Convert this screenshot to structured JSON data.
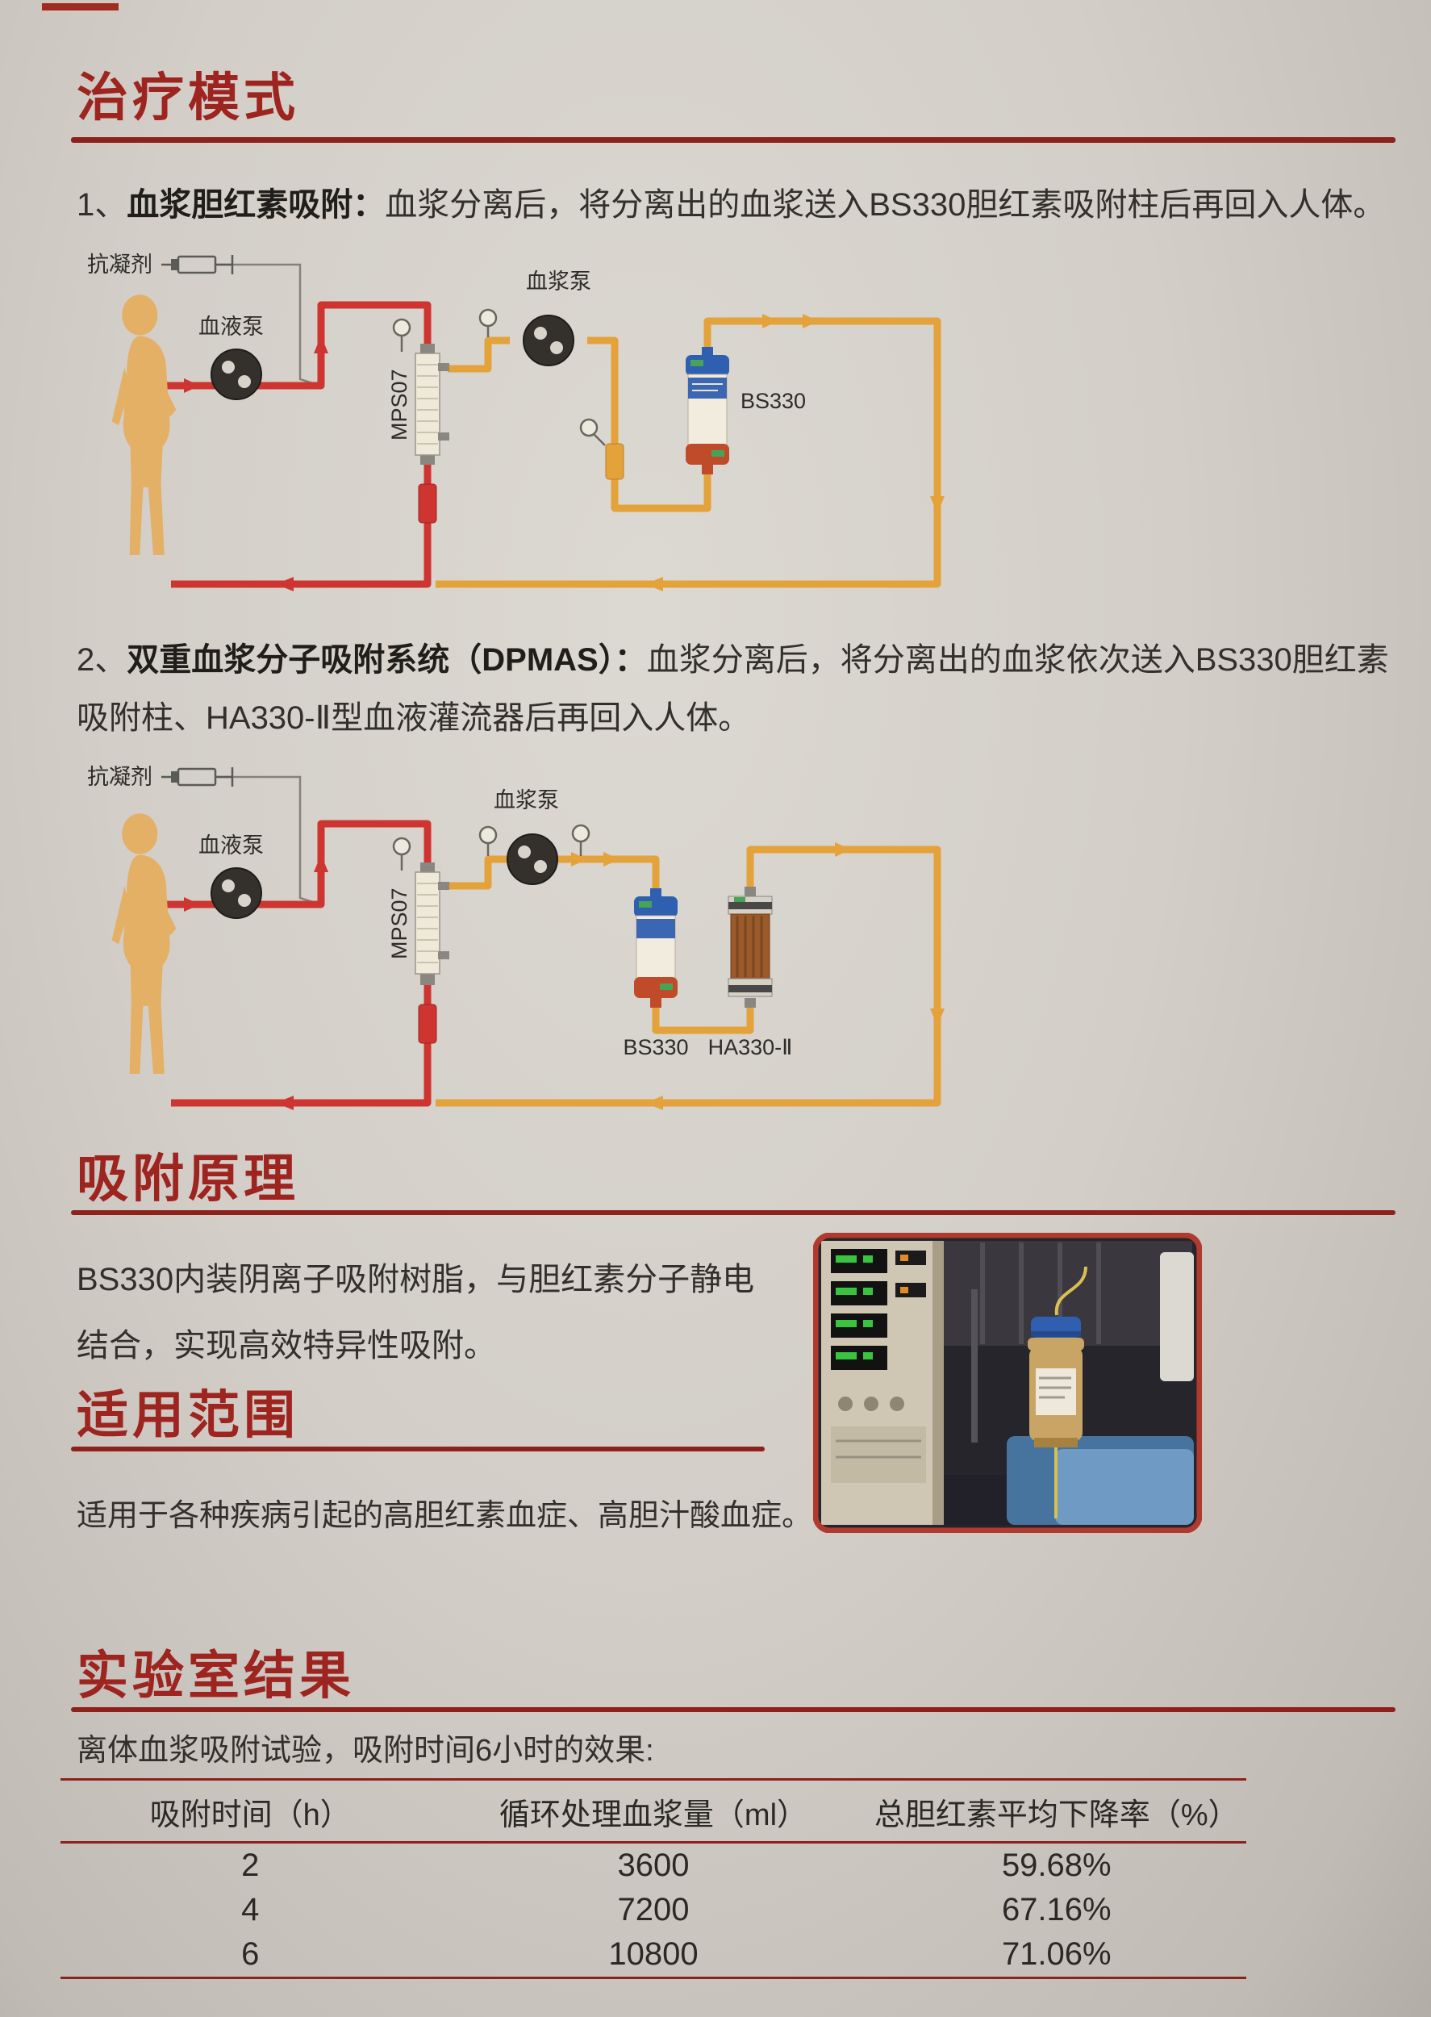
{
  "treatment": {
    "title": "治疗模式",
    "mode1": {
      "num": "1、",
      "name": "血浆胆红素吸附：",
      "desc": "血浆分离后，将分离出的血浆送入BS330胆红素吸附柱后再回入人体。"
    },
    "mode2": {
      "num": "2、",
      "name": "双重血浆分子吸附系统（DPMAS）：",
      "desc": "血浆分离后，将分离出的血浆依次送入BS330胆红素吸附柱、HA330-Ⅱ型血液灌流器后再回入人体。"
    }
  },
  "diagram_labels": {
    "anticoagulant": "抗凝剂",
    "blood_pump": "血液泵",
    "plasma_pump": "血浆泵",
    "separator": "MPS07",
    "bs330": "BS330",
    "ha330": "HA330-Ⅱ"
  },
  "principle": {
    "title": "吸附原理",
    "text": "BS330内装阴离子吸附树脂，与胆红素分子静电结合，实现高效特异性吸附。"
  },
  "scope": {
    "title": "适用范围",
    "text": "适用于各种疾病引起的高胆红素血症、高胆汁酸血症。"
  },
  "lab": {
    "title": "实验室结果",
    "intro": "离体血浆吸附试验，吸附时间6小时的效果:",
    "table": {
      "headers": [
        "吸附时间（h）",
        "循环处理血浆量（ml）",
        "总胆红素平均下降率（%）"
      ],
      "rows": [
        [
          "2",
          "3600",
          "59.68%"
        ],
        [
          "4",
          "7200",
          "67.16%"
        ],
        [
          "6",
          "10800",
          "71.06%"
        ]
      ]
    }
  },
  "colors": {
    "accent": "#9e2420",
    "rule": "#8e211c",
    "blood_line": "#ce3531",
    "plasma_line": "#e4a23b",
    "silhouette": "#e3b065"
  }
}
